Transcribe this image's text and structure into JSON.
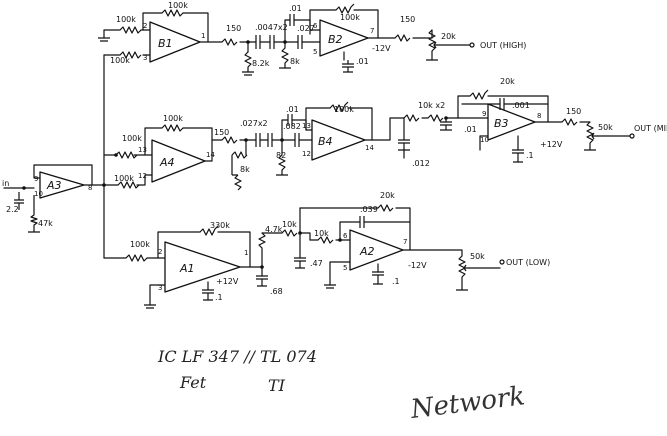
{
  "schematic": {
    "input_label": "in",
    "input_cap": "2.2",
    "input_res": "47k",
    "amps": {
      "a3": "A3",
      "b1": "B1",
      "b2": "B2",
      "a4": "A4",
      "b4": "B4",
      "b3": "B3",
      "a1": "A1",
      "a2": "A2"
    },
    "pins": {
      "a3_in": "9",
      "a3_fb": "10",
      "a3_out": "8",
      "b1_in1": "2",
      "b1_in2": "3",
      "b1_out": "1",
      "b2_in1": "6",
      "b2_in2": "5",
      "b2_out": "7",
      "a4_in1": "13",
      "a4_in2": "12",
      "a4_out": "14",
      "b4_in1": "13",
      "b4_in2": "12",
      "b4_out": "14",
      "b3_in1": "9",
      "b3_in2": "10",
      "b3_out": "8",
      "a1_in1": "2",
      "a1_in2": "3",
      "a1_out": "1",
      "a2_in1": "6",
      "a2_in2": "5",
      "a2_out": "7"
    },
    "values": {
      "b1_fb": "100k",
      "b1_in": "100k",
      "b1_bias": "100k",
      "r150_top": "150",
      "cap_0047x2": ".0047x2",
      "cap_01_top": ".01",
      "res_8k2_top": "8.2k",
      "cap_027_top": ".027",
      "b2_fb": "100k",
      "res_8k_top": "8k",
      "neg12_top": "-12V",
      "b2_cap": ".01",
      "r150_top_out": "150",
      "pot_top": "20k",
      "a4_fb": "100k",
      "a4_in": "100k",
      "a4_bias": "100k",
      "r150_mid": "150",
      "cap_027x2": ".027x2",
      "cap_01_mid": ".01",
      "cap_082_mid": ".082",
      "res_8k_mid": "8k",
      "res_82_mid": "82",
      "b4_fb": "100k",
      "res_10kx2": "10k x2",
      "cap_01_b3": ".01",
      "cap_012": ".012",
      "b3_fb": "20k",
      "cap_001": ".001",
      "r150_b3": "150",
      "pot_mid": "50k",
      "pos12_b3": "+12V",
      "cap_b3": ".1",
      "a1_fb": "330k",
      "a1_in": "100k",
      "pos12_a1": "+12V",
      "cap_a1": ".1",
      "res_4k7": "4.7k",
      "res_10k_a": "10k",
      "res_10k_b": "10k",
      "cap_47": ".47",
      "cap_68": ".68",
      "a2_fb": "20k",
      "cap_039": ".039",
      "neg12_a2": "-12V",
      "cap_a2": ".1",
      "pot_bot": "50k"
    },
    "outputs": {
      "top": "OUT (HIGH)",
      "mid": "OUT (MID)",
      "bot": "OUT (LOW)"
    }
  },
  "footer": {
    "ic_line": "IC LF 347 // TL 074",
    "fet": "Fet",
    "ti": "TI",
    "signature": "Network"
  }
}
